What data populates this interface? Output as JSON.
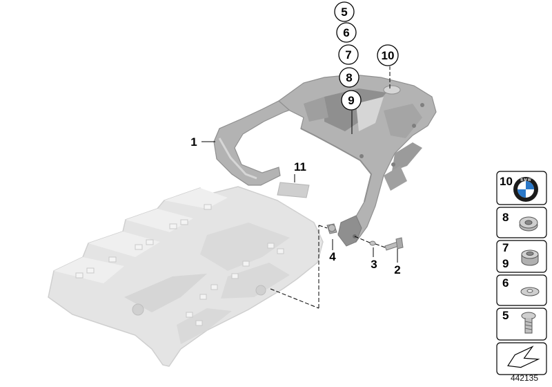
{
  "callouts": {
    "c5": "5",
    "c6": "6",
    "c7": "7",
    "c8": "8",
    "c9": "9",
    "c10": "10",
    "l1": "1",
    "l2": "2",
    "l3": "3",
    "l4": "4",
    "l11": "11"
  },
  "legend": {
    "r1": "10",
    "r2": "8",
    "r3a": "7",
    "r3b": "9",
    "r4": "6",
    "r5": "5"
  },
  "logo": {
    "text": "B M W"
  },
  "reference_number": "442135",
  "colors": {
    "rack": "#b3b3b3",
    "rack_dark": "#8f8f8f",
    "rack_light": "#d6d6d6",
    "cover": "#e4e4e4",
    "cover_edge": "#cfcfcf",
    "bmw_blue": "#2a78c8"
  }
}
